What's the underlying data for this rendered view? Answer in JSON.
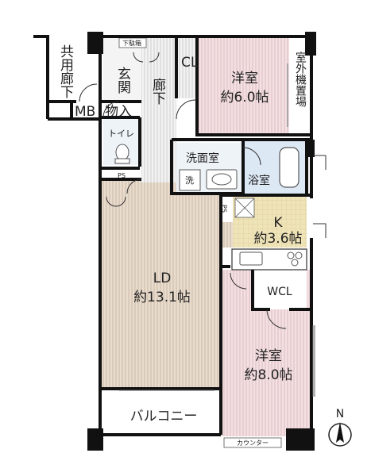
{
  "rooms": {
    "western_north": {
      "name": "洋室",
      "area": "約6.0帖"
    },
    "western_south": {
      "name": "洋室",
      "area": "約8.0帖"
    },
    "ld": {
      "name": "LD",
      "area": "約13.1帖"
    },
    "kitchen": {
      "name": "K",
      "area": "約3.6帖"
    },
    "washroom": {
      "name": "洗面室"
    },
    "bathroom": {
      "name": "浴室"
    },
    "toilet": {
      "name": "トイレ"
    },
    "entrance": {
      "name": "玄関"
    },
    "hallway": {
      "name": "廊下"
    },
    "common_corridor": {
      "name": "共用廊下"
    },
    "storage": {
      "name": "物入"
    },
    "balcony": {
      "name": "バルコニー"
    }
  },
  "labels": {
    "closet": "CL",
    "wcl": "WCL",
    "mb": "MB",
    "ps": "PS",
    "washer": "洗",
    "shoe_box": "下駄箱",
    "outdoor_unit": "室外機置場",
    "counter": "カウンター",
    "north": "N"
  },
  "colors": {
    "western": "#f2dde0",
    "ld": "#e7dacb",
    "kitchen": "#eadfb8",
    "bath": "#dfe9f5",
    "wall": "#111111",
    "stripe": "#c9b9a6"
  }
}
